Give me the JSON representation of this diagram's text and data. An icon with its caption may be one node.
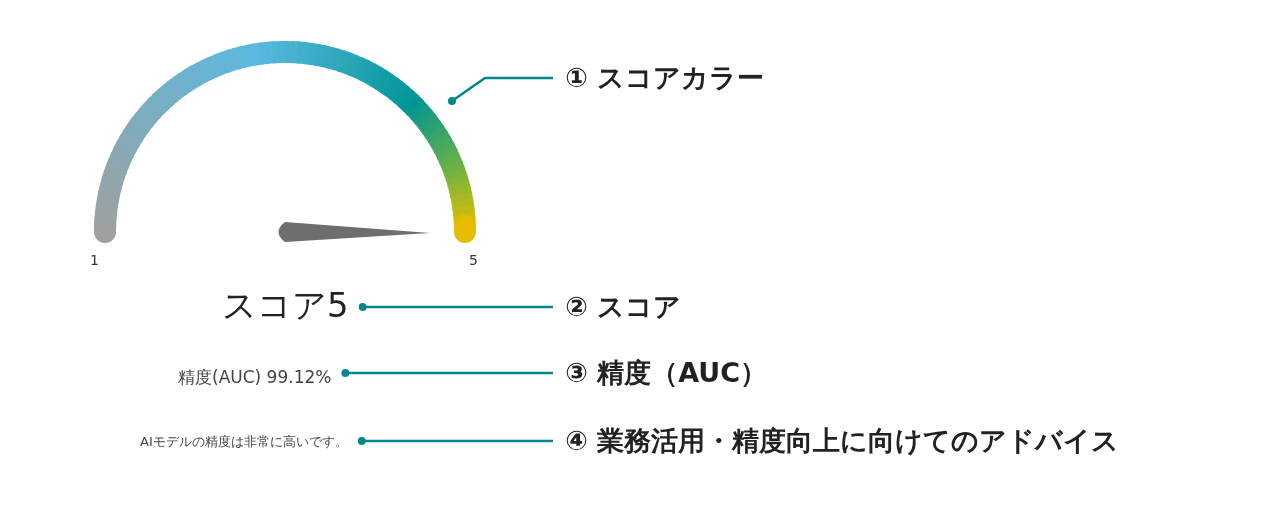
{
  "diagram": {
    "nodes": [
      {
        "text": [],
        "shape": "picture",
        "beside": [
          "1",
          "5"
        ]
      },
      {
        "text": [
          "スコア5"
        ]
      },
      {
        "text": [
          "精度(AUC) 99.12%"
        ]
      },
      {
        "text": [
          "AIモデルの精度は非常に高いです。"
        ]
      },
      {
        "text": [
          "① スコアカラー"
        ]
      },
      {
        "text": [
          "② スコア"
        ]
      },
      {
        "text": [
          "③ 精度（AUC）"
        ]
      },
      {
        "text": [
          "④ 業務活用・精度向上に向けてのアドバイス"
        ]
      }
    ],
    "edges": [
      {
        "from": 4,
        "to": 0,
        "arrow": "other"
      },
      {
        "from": 5,
        "to": 1,
        "arrow": "other"
      },
      {
        "from": 6,
        "to": 2,
        "arrow": "other"
      },
      {
        "from": 7,
        "to": 3,
        "arrow": "other"
      }
    ]
  }
}
